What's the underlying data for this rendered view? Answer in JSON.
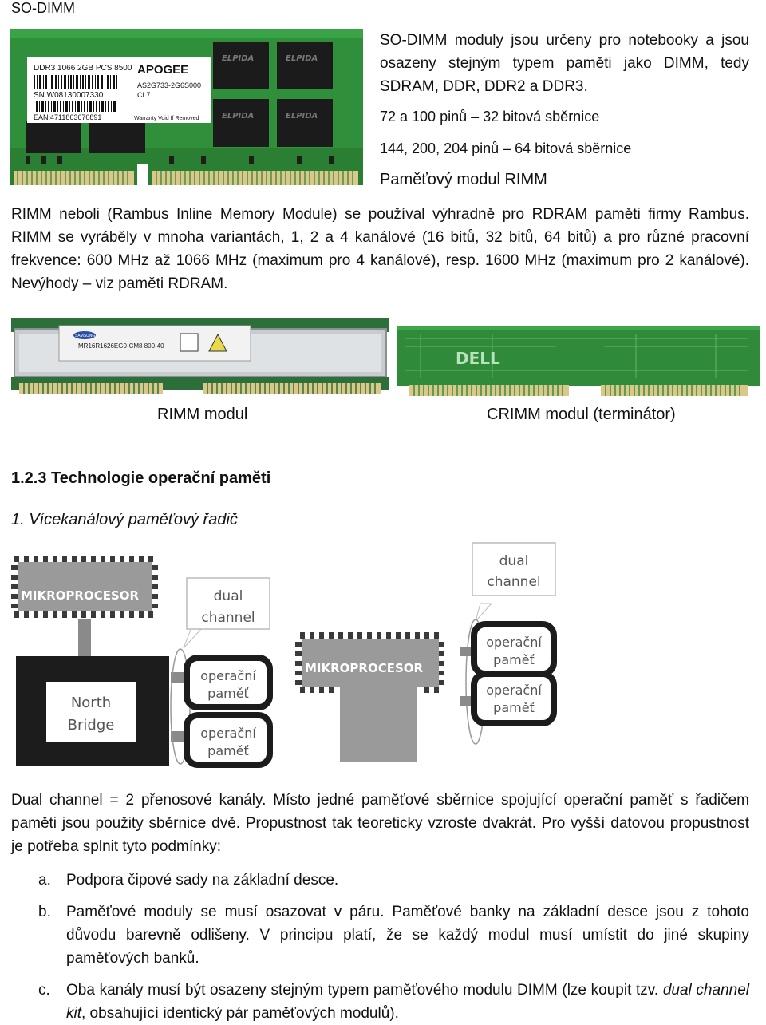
{
  "header": {
    "title": "SO-DIMM"
  },
  "sodimm": {
    "paragraph": "SO-DIMM moduly jsou určeny pro notebooky a jsou osazeny stejným typem paměti jako DIMM, tedy SDRAM, DDR, DDR2 a DDR3.",
    "pins_32": "72 a 100 pinů – 32 bitová sběrnice",
    "pins_64": "144, 200, 204 pinů – 64 bitová sběrnice",
    "rimm_heading": "Paměťový modul RIMM",
    "module_label": {
      "line1": "DDR3 1066 2GB PCS 8500",
      "line2": "SN.W08130007330",
      "line3": "EAN:4711863670891",
      "brand": "APOGEE",
      "part": "AS2G733-2G6S000",
      "cl": "CL7",
      "warranty": "Warranty Void If Removed"
    },
    "chip_text": "ELPIDA"
  },
  "rimm": {
    "paragraph": "RIMM neboli (Rambus Inline Memory Module) se používal výhradně pro RDRAM paměti firmy Rambus. RIMM se vyráběly v mnoha variantách, 1, 2 a 4 kanálové (16 bitů, 32 bitů, 64 bitů) a pro různé pracovní frekvence: 600 MHz až 1066 MHz (maximum pro 4 kanálové), resp. 1600 MHz (maximum pro 2 kanálové). Nevýhody – viz paměti RDRAM.",
    "caption_left": "RIMM modul",
    "caption_right": "CRIMM modul (terminátor)",
    "brand_small": "SAMSUNG",
    "module_code": "MR16R1626EG0-CM8 800-40",
    "crimm_brand": "DELL"
  },
  "section": {
    "title": "1.2.3 Technologie operační paměti",
    "subtitle": "1. Vícekanálový paměťový řadič"
  },
  "diagram": {
    "mikroprocesor": "MIKROPROCESOR",
    "dual_channel_l1": "dual",
    "dual_channel_l2": "channel",
    "north_bridge_l1": "North",
    "north_bridge_l2": "Bridge",
    "mem_l1": "operační",
    "mem_l2": "paměť"
  },
  "dual": {
    "paragraph": "Dual channel = 2 přenosové kanály. Místo jedné paměťové sběrnice spojující operační paměť s řadičem paměti jsou použity sběrnice dvě. Propustnost tak teoreticky vzroste dvakrát. Pro vyšší datovou propustnost je potřeba splnit tyto podmínky:",
    "items": [
      {
        "marker": "a.",
        "text": "Podpora čipové sady na základní desce."
      },
      {
        "marker": "b.",
        "text": "Paměťové moduly se musí osazovat v páru. Paměťové banky na základní desce jsou z tohoto důvodu barevně odlišeny. V principu platí, že se každý modul musí umístit do jiné skupiny paměťových banků."
      },
      {
        "marker": "c.",
        "text_before": "Oba kanály musí být osazeny stejným typem paměťového modulu DIMM (lze koupit tzv. ",
        "text_italic": "dual channel kit",
        "text_after": ", obsahující identický pár paměťových modulů)."
      }
    ]
  }
}
